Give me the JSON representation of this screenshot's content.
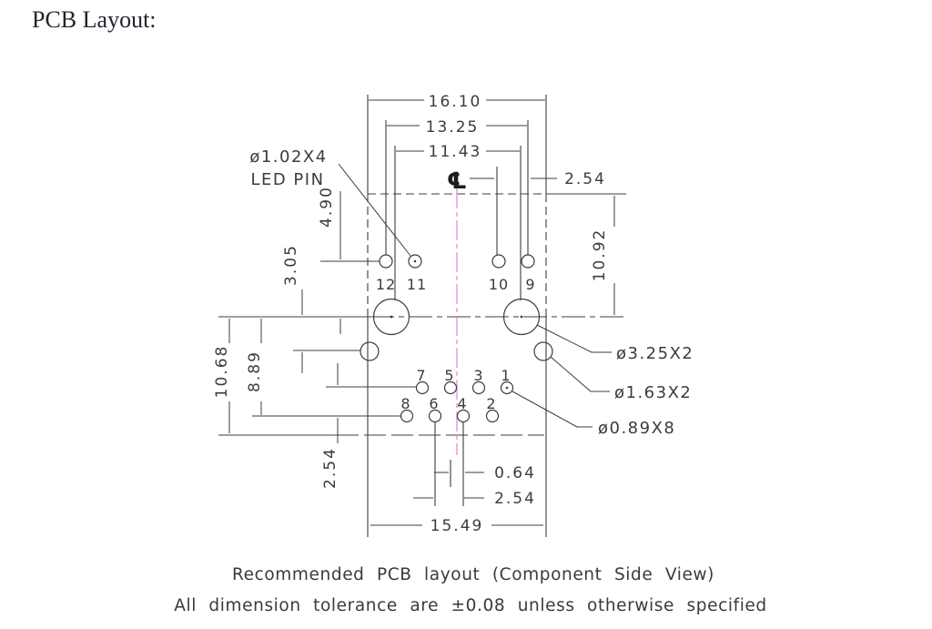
{
  "title": "PCB Layout:",
  "drawing": {
    "dims": {
      "d1610": "16.10",
      "d1325": "13.25",
      "d1143": "11.43",
      "d254_top": "2.54",
      "d1092": "10.92",
      "d490": "4.90",
      "d305": "3.05",
      "d1068": "10.68",
      "d889": "8.89",
      "d254_rows": "2.54",
      "d064": "0.64",
      "d254_cols": "2.54",
      "d1549": "15.49"
    },
    "labels": {
      "led_dia": "ø1.02X4",
      "led_pin": "LED PIN",
      "centerline_symbol": "℄",
      "hole_325": "ø3.25X2",
      "hole_163": "ø1.63X2",
      "hole_089": "ø0.89X8"
    },
    "pins": {
      "led_row": [
        "12",
        "11",
        "10",
        "9"
      ],
      "odd_row": [
        "7",
        "5",
        "3",
        "1"
      ],
      "even_row": [
        "8",
        "6",
        "4",
        "2"
      ]
    }
  },
  "caption": {
    "line1": "Recommended PCB layout (Component Side View)",
    "line2": "All dimension tolerance are ±0.08 unless otherwise specified"
  },
  "colors": {
    "line": "#3c3c3c",
    "centerline_pink": "#ec7fd8",
    "title_text": "#23242e",
    "background": "#ffffff"
  }
}
